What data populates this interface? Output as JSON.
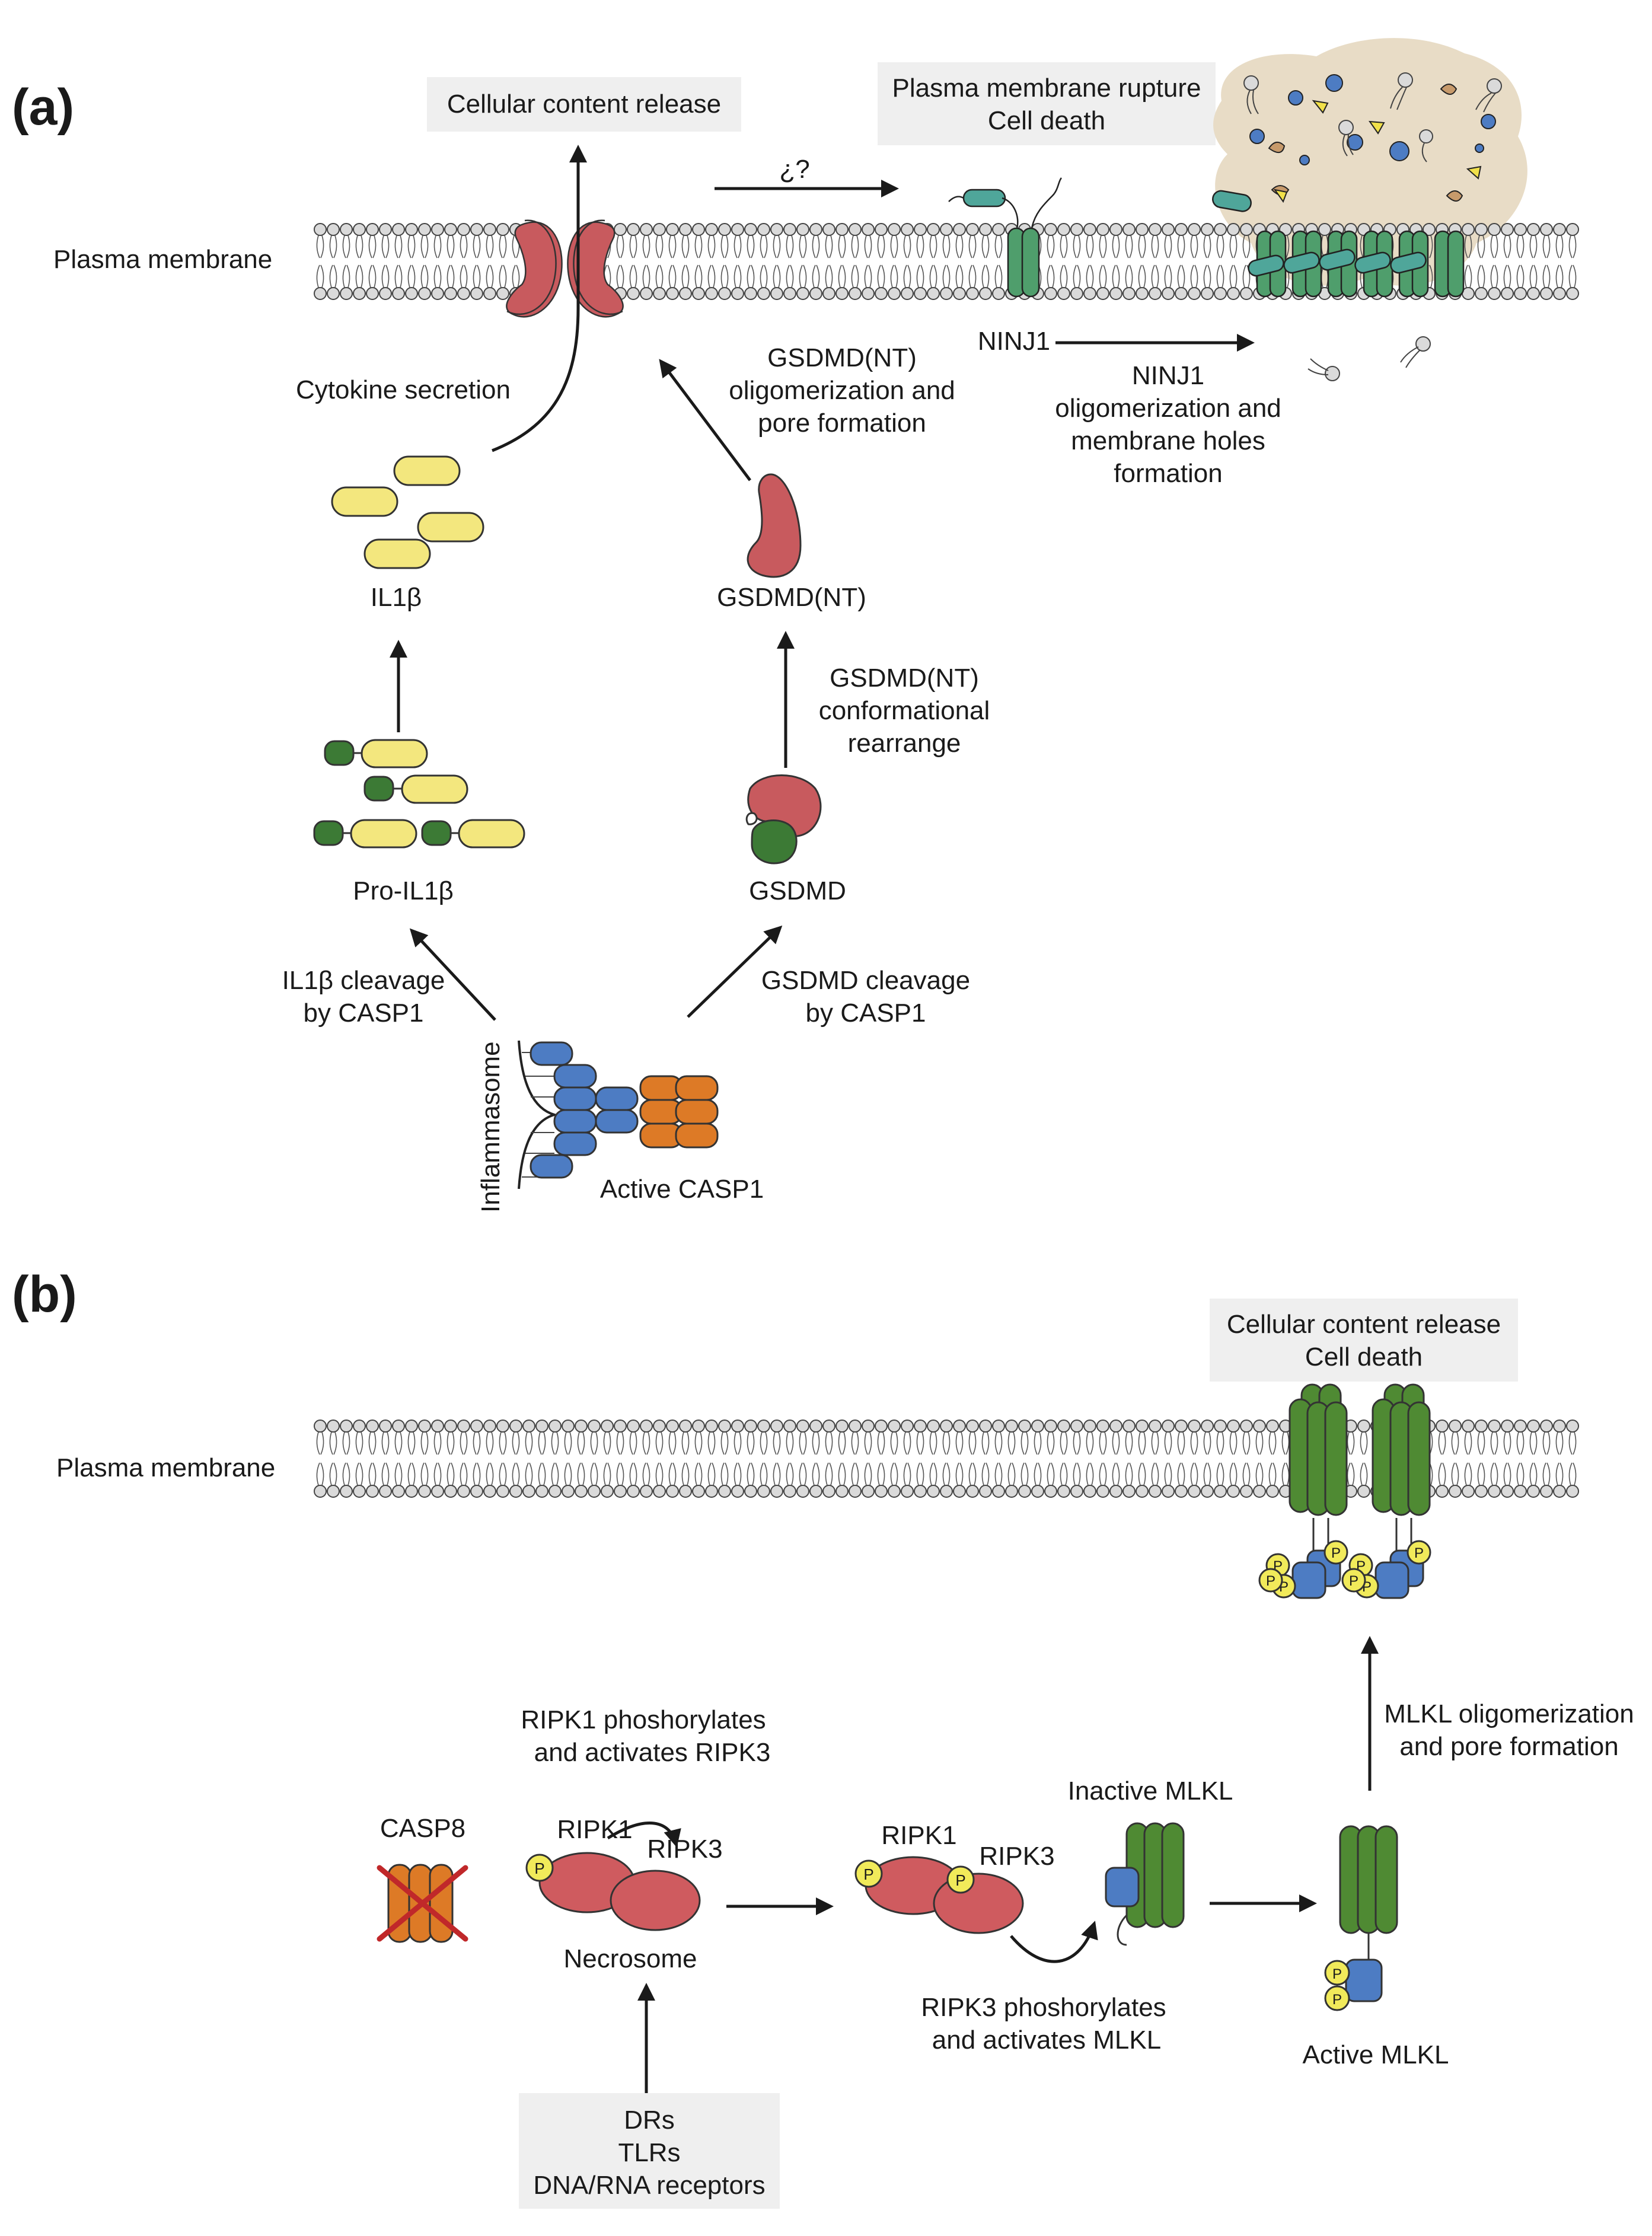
{
  "panel_a": {
    "letter": "(a)",
    "membrane_label": "Plasma membrane",
    "cellular_content_release": "Cellular content release",
    "rupture_line1": "Plasma membrane rupture",
    "rupture_line2": "Cell death",
    "unknown_link": "¿?",
    "ninj1_label": "NINJ1",
    "ninj1_oligo_line1": "NINJ1",
    "ninj1_oligo_line2": "oligomerization and",
    "ninj1_oligo_line3": "membrane holes",
    "ninj1_oligo_line4": "formation",
    "gsdmd_oligo_line1": "GSDMD(NT)",
    "gsdmd_oligo_line2": "oligomerization and",
    "gsdmd_oligo_line3": "pore formation",
    "cytokine_secretion": "Cytokine secretion",
    "il1b": "IL1β",
    "gsdmd_nt": "GSDMD(NT)",
    "conf_line1": "GSDMD(NT)",
    "conf_line2": "conformational",
    "conf_line3": "rearrange",
    "pro_il1b": "Pro-IL1β",
    "gsdmd": "GSDMD",
    "il1b_cleavage_line1": "IL1β cleavage",
    "il1b_cleavage_line2": "by CASP1",
    "gsdmd_cleavage_line1": "GSDMD cleavage",
    "gsdmd_cleavage_line2": "by CASP1",
    "inflammasome": "Inflammasome",
    "active_casp1": "Active CASP1"
  },
  "panel_b": {
    "letter": "(b)",
    "membrane_label": "Plasma membrane",
    "release_line1": "Cellular content release",
    "release_line2": "Cell death",
    "mlkl_oligo_line1": "MLKL oligomerization",
    "mlkl_oligo_line2": "and pore formation",
    "ripk1_act_line1": "RIPK1 phoshorylates",
    "ripk1_act_line2": "and activates RIPK3",
    "casp8": "CASP8",
    "ripk1": "RIPK1",
    "ripk3": "RIPK3",
    "necrosome": "Necrosome",
    "inactive_mlkl": "Inactive MLKL",
    "active_mlkl": "Active MLKL",
    "ripk3_act_line1": "RIPK3 phoshorylates",
    "ripk3_act_line2": "and activates MLKL",
    "receptors_line1": "DRs",
    "receptors_line2": "TLRs",
    "receptors_line3": "DNA/RNA receptors",
    "phospho": "P"
  },
  "colors": {
    "gsdmd_nt": "#c85a5e",
    "gsdmd_ct": "#3c7a35",
    "il1b": "#f3e77e",
    "ninj1": "#4f9e6c",
    "ninj1_teal": "#4fa69a",
    "asc_blue": "#4d7cc3",
    "casp1_orange": "#dd7a26",
    "mlkl_green": "#4f8a33",
    "ripk": "#cf5b5f",
    "phospho_yellow": "#f1ea5a",
    "label_box": "#efefef",
    "lipid_head": "#dadada",
    "cloud": "#e8dcc6"
  }
}
